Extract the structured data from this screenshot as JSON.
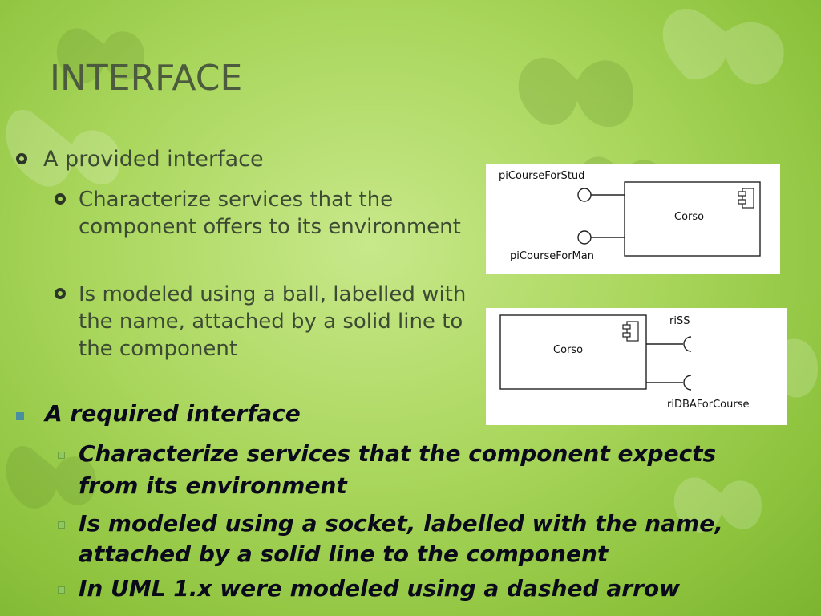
{
  "slide": {
    "title": "INTERFACE",
    "provided": {
      "heading": "A provided interface",
      "sub_items": [
        "Characterize services that the component offers to its environment",
        "Is modeled using a ball, labelled with the name, attached by a solid line to the component"
      ]
    },
    "required": {
      "heading": "A required interface",
      "sub_items": [
        "Characterize services that the component expects from its environment",
        "Is modeled using a socket, labelled with the name, attached by a solid line to the component",
        "In UML 1.x were modeled using a dashed arrow"
      ]
    }
  },
  "diagram_provided": {
    "component_name": "Corso",
    "interface_top": "piCourseForStud",
    "interface_bottom": "piCourseForMan"
  },
  "diagram_required": {
    "component_name": "Corso",
    "interface_top": "riSS",
    "interface_bottom": "riDBAForCourse"
  },
  "colors": {
    "background": "#a9d65c",
    "title_text": "#4c5a3e",
    "body_text": "#3d4a34",
    "required_text": "#0a0a1a",
    "bullet_square": "#4a8fa0",
    "sub_bullet_square": "#8fc860"
  }
}
